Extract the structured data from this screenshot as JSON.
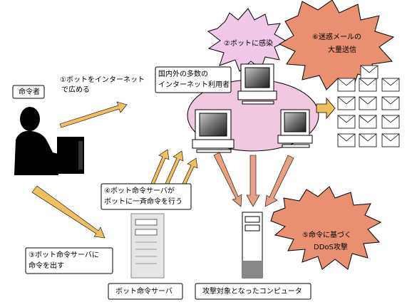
{
  "labels": {
    "commander": "命令者",
    "step1_line1": "①ボットをインターネット",
    "step1_line2": "で広める",
    "internet_users_line1": "国内外の多数の",
    "internet_users_line2": "インターネット利用者",
    "step2": "②ボットに感染",
    "step6_line1": "⑥迷惑メールの",
    "step6_line2": "大量送信",
    "step4_line1": "④ボット命令サーバが",
    "step4_line2": "ボットに一斉命令を行う",
    "step3_line1": "③ボット命令サーバに",
    "step3_line2": "命令を出す",
    "step5_line1": "⑤命令に基づく",
    "step5_line2": "DDoS攻撃",
    "bot_server": "ボット命令サーバ",
    "target_computer": "攻撃対象となったコンピュータ"
  },
  "colors": {
    "yellow_arrow": "#f0c060",
    "salmon_arrow": "#e8a080",
    "pink_burst": "#f0c8e8",
    "salmon_burst": "#e89070",
    "cloud": "#f0c8e0"
  }
}
